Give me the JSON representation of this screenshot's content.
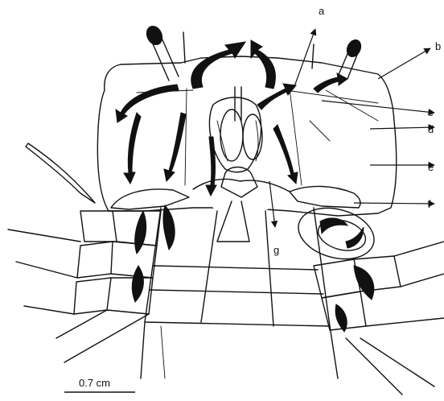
{
  "labels": {
    "a": "a",
    "b": "b",
    "c": "c",
    "d": "d",
    "e": "e",
    "f": "f",
    "g": "g"
  },
  "scale_bar": {
    "text": "0.7 cm"
  }
}
